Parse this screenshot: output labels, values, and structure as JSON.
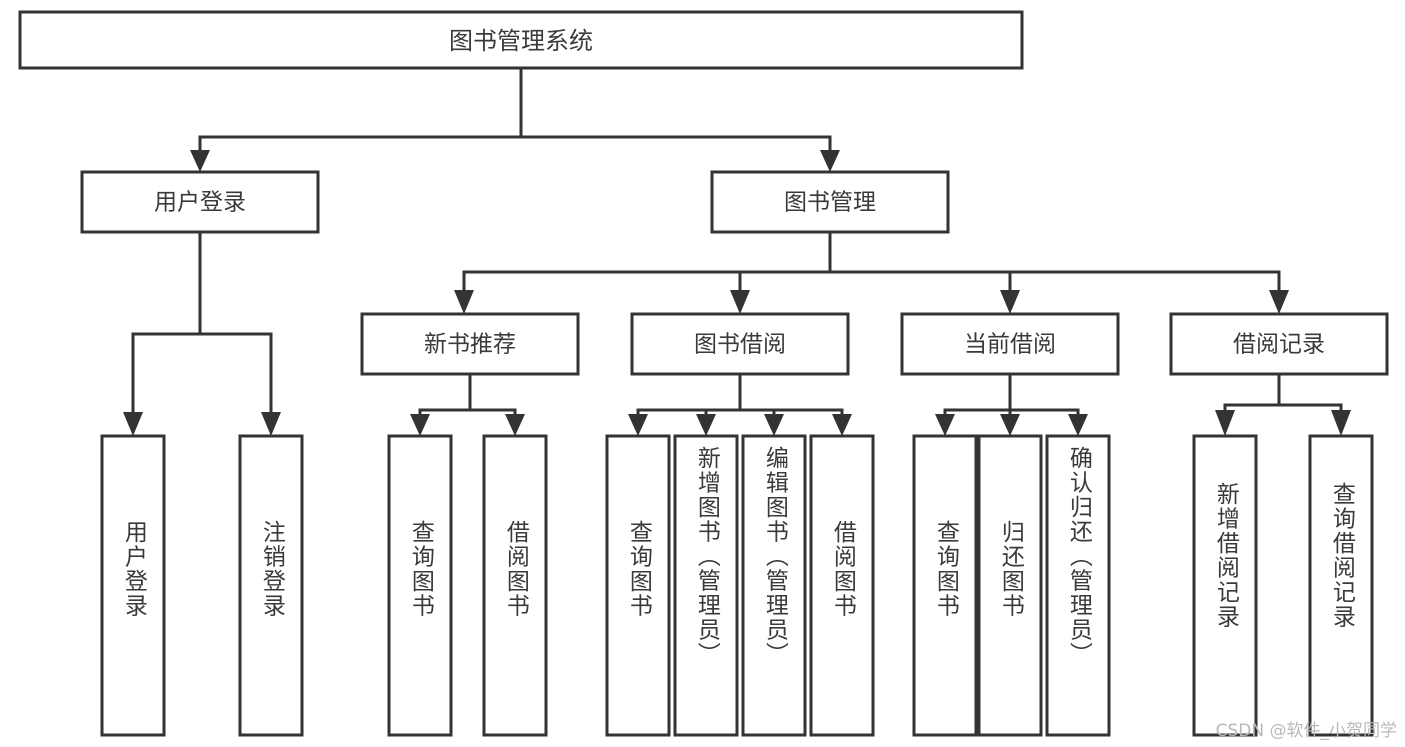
{
  "diagram": {
    "type": "tree-hierarchy",
    "title": "图书管理系统",
    "orientation": "top-down",
    "colors": {
      "box_stroke": "#333333",
      "box_fill": "#ffffff",
      "text": "#3a3a3a",
      "background": "#ffffff",
      "watermark": "#b9b9b9"
    },
    "root": {
      "label": "图书管理系统"
    },
    "level1": [
      {
        "label": "用户登录"
      },
      {
        "label": "图书管理"
      }
    ],
    "level2": [
      {
        "label": "新书推荐"
      },
      {
        "label": "图书借阅"
      },
      {
        "label": "当前借阅"
      },
      {
        "label": "借阅记录"
      }
    ],
    "leaves": {
      "user_login": [
        {
          "label": "用户登录"
        },
        {
          "label": "注销登录"
        }
      ],
      "new_book_recommend": [
        {
          "label": "查询图书"
        },
        {
          "label": "借阅图书"
        }
      ],
      "book_borrow": [
        {
          "label": "查询图书"
        },
        {
          "label": "新增图书（管理员）"
        },
        {
          "label": "编辑图书（管理员）"
        },
        {
          "label": "借阅图书"
        }
      ],
      "current_borrow": [
        {
          "label": "查询图书"
        },
        {
          "label": "归还图书"
        },
        {
          "label": "确认归还（管理员）"
        }
      ],
      "borrow_record": [
        {
          "label": "新增借阅记录"
        },
        {
          "label": "查询借阅记录"
        }
      ]
    }
  },
  "watermark": {
    "text": "CSDN @软件_小贺同学"
  }
}
